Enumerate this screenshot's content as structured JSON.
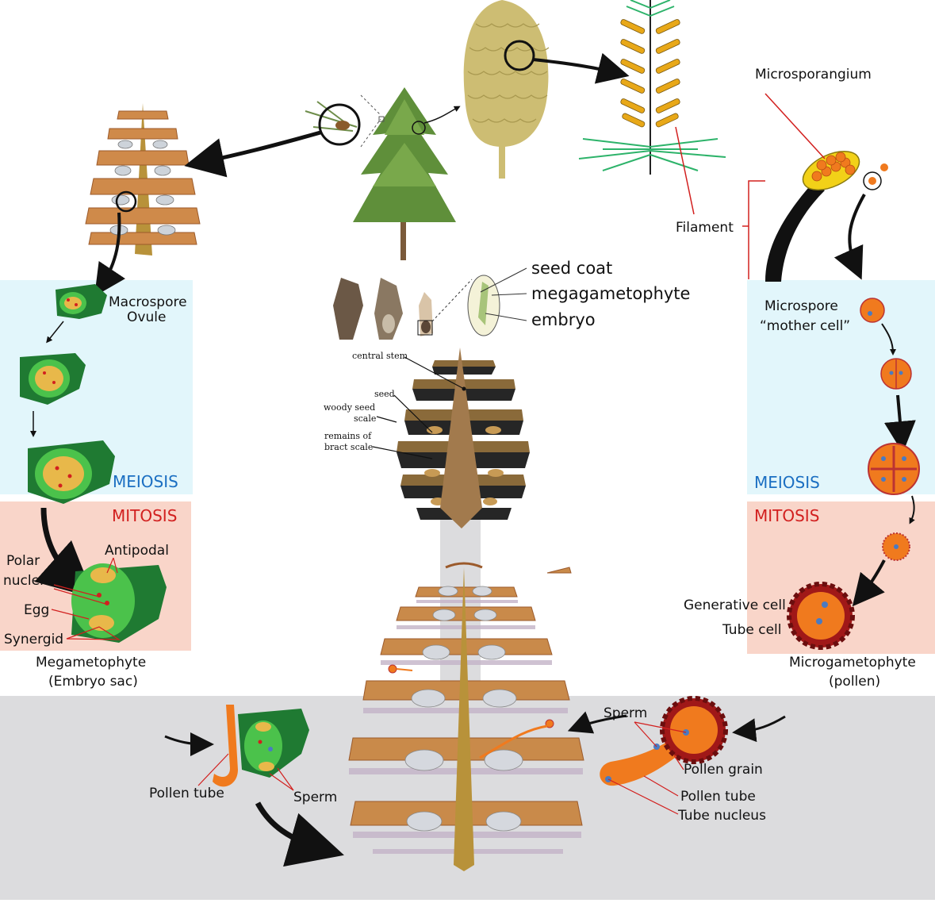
{
  "colors": {
    "meiosis_bg": "#e2f6fb",
    "mitosis_bg": "#f9d5c9",
    "fertilization_bg": "#dcdcde",
    "meiosis_text": "#1b6fc2",
    "mitosis_text": "#d2201f",
    "cone_tan": "#cdbd73",
    "stem_brown": "#b8923a",
    "ovule_green": "#1f7a32",
    "pollen_orange": "#f07a1e"
  },
  "labels": {
    "macrospore": "Macrospore",
    "ovule": "Ovule",
    "meiosis_left": "MEIOSIS",
    "mitosis_left": "MITOSIS",
    "antipodal": "Antipodal",
    "polar": "Polar",
    "nuclei": "nuclei",
    "egg": "Egg",
    "synergid": "Synergid",
    "megagametophyte": "Megametophyte",
    "embryo_sac": "(Embryo sac)",
    "microsporangium": "Microsporangium",
    "filament": "Filament",
    "microspore": "Microspore",
    "mother_cell": "“mother cell”",
    "meiosis_right": "MEIOSIS",
    "mitosis_right": "MITOSIS",
    "generative_cell": "Generative cell",
    "tube_cell": "Tube cell",
    "microgametophyte": "Microgametophyte",
    "pollen_paren": "(pollen)",
    "seed_coat": "seed coat",
    "megagametophyte_seed": "megagametophyte",
    "embryo": "embryo",
    "central_stem": "central stem",
    "seed": "seed",
    "woody_seed": "woody seed",
    "scale": "scale",
    "remains_of": "remains of",
    "bract_scale": "bract scale",
    "sperm_right": "Sperm",
    "pollen_grain": "Pollen grain",
    "pollen_tube_right": "Pollen tube",
    "tube_nucleus": "Tube nucleus",
    "pollen_tube_left": "Pollen tube",
    "sperm_left": "Sperm"
  }
}
